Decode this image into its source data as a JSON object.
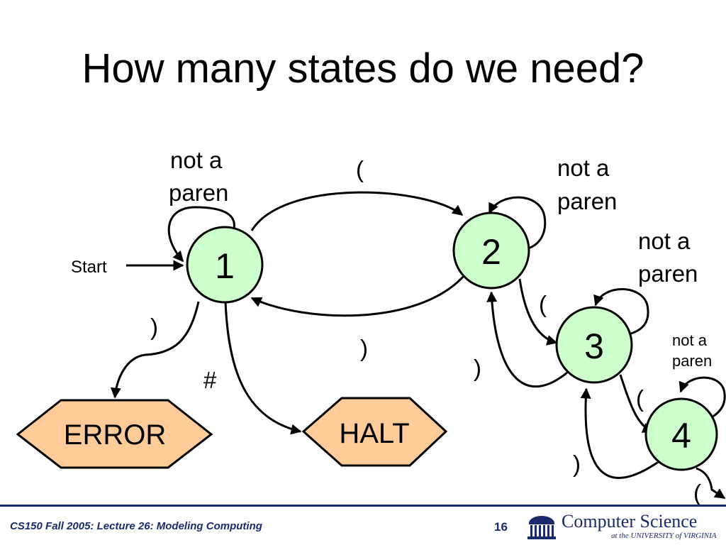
{
  "slide": {
    "title": "How many states do we need?",
    "footer": "CS150 Fall 2005: Lecture 26: Modeling Computing",
    "page_number": "16",
    "logo_main": "Computer Science",
    "logo_sub": "at the UNIVERSITY of VIRGINIA"
  },
  "diagram": {
    "start_label": "Start",
    "states": {
      "s1": "1",
      "s2": "2",
      "s3": "3",
      "s4": "4"
    },
    "terminals": {
      "error": "ERROR",
      "halt": "HALT"
    },
    "labels": {
      "self1_l1": "not a",
      "self1_l2": "paren",
      "self2_l1": "not a",
      "self2_l2": "paren",
      "self3_l1": "not a",
      "self3_l2": "paren",
      "self4_l1": "not a",
      "self4_l2": "paren",
      "e12": "(",
      "e21": ")",
      "e1err": ")",
      "e1halt": "#",
      "e23": "(",
      "e32": ")",
      "e34": "(",
      "e43": ")",
      "e4out": "("
    }
  },
  "colors": {
    "state_fill": "#ccffcc",
    "terminal_fill": "#ffcc99",
    "footer_navy": "#1a2a6c"
  }
}
